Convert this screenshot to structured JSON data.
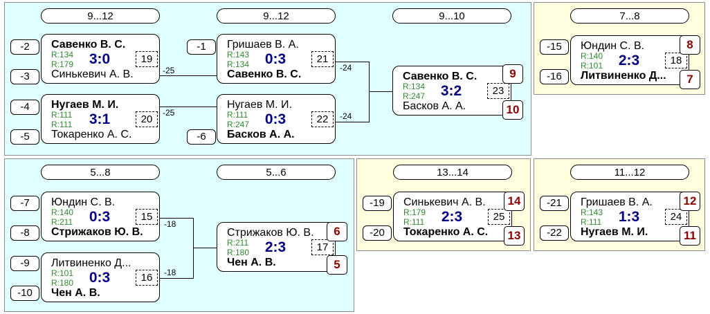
{
  "panels": {
    "p1": {
      "headers": [
        "9...12",
        "9...12",
        "9...10"
      ],
      "seeds": [
        "-2",
        "-3",
        "-4",
        "-5",
        "-1",
        "-6"
      ],
      "loser_labels": [
        "-25",
        "-25",
        "-24",
        "-24"
      ],
      "games": [
        {
          "top": "Савенко В. С.",
          "top_rating": "R:134",
          "bottom": "Синькевич А. В.",
          "bottom_rating": "R:179",
          "score": "3:0",
          "game_no": "19"
        },
        {
          "top": "Нугаев М. И.",
          "top_rating": "R:111",
          "bottom": "Токаренко А. С.",
          "bottom_rating": "R:111",
          "score": "3:1",
          "game_no": "20"
        },
        {
          "top": "Гришаев В. А.",
          "top_rating": "R:143",
          "bottom": "Савенко В. С.",
          "bottom_rating": "R:134",
          "score": "0:3",
          "game_no": "21"
        },
        {
          "top": "Нугаев М. И.",
          "top_rating": "R:111",
          "bottom": "Басков А. А.",
          "bottom_rating": "R:247",
          "score": "0:3",
          "game_no": "22"
        },
        {
          "top": "Савенко В. С.",
          "top_rating": "R:134",
          "bottom": "Басков А. А.",
          "bottom_rating": "R:247",
          "score": "3:2",
          "game_no": "23",
          "place_top": "9",
          "place_bottom": "10"
        }
      ]
    },
    "p2": {
      "headers": [
        "7...8"
      ],
      "seeds": [
        "-15",
        "-16"
      ],
      "games": [
        {
          "top": "Юндин С. В.",
          "top_rating": "R:140",
          "bottom": "Литвиненко Д...",
          "bottom_rating": "R:101",
          "score": "2:3",
          "game_no": "18",
          "place_top": "8",
          "place_bottom": "7"
        }
      ]
    },
    "p3": {
      "headers": [
        "5...8",
        "5...6"
      ],
      "seeds": [
        "-7",
        "-8",
        "-9",
        "-10"
      ],
      "loser_labels": [
        "-18",
        "-18"
      ],
      "games": [
        {
          "top": "Юндин С. В.",
          "top_rating": "R:140",
          "bottom": "Стрижаков Ю. В.",
          "bottom_rating": "R:211",
          "score": "0:3",
          "game_no": "15"
        },
        {
          "top": "Литвиненко Д...",
          "top_rating": "R:101",
          "bottom": "Чен А. В.",
          "bottom_rating": "R:180",
          "score": "0:3",
          "game_no": "16"
        },
        {
          "top": "Стрижаков Ю. В.",
          "top_rating": "R:211",
          "bottom": "Чен А. В.",
          "bottom_rating": "R:180",
          "score": "2:3",
          "game_no": "17",
          "place_top": "6",
          "place_bottom": "5"
        }
      ]
    },
    "p4": {
      "headers": [
        "13...14"
      ],
      "seeds": [
        "-19",
        "-20"
      ],
      "games": [
        {
          "top": "Синькевич А. В.",
          "top_rating": "R:179",
          "bottom": "Токаренко А. С.",
          "bottom_rating": "R:111",
          "score": "2:3",
          "game_no": "25",
          "place_top": "14",
          "place_bottom": "13"
        }
      ]
    },
    "p5": {
      "headers": [
        "11...12"
      ],
      "seeds": [
        "-21",
        "-22"
      ],
      "games": [
        {
          "top": "Гришаев В. А.",
          "top_rating": "R:143",
          "bottom": "Нугаев М. И.",
          "bottom_rating": "R:111",
          "score": "1:3",
          "game_no": "24",
          "place_top": "12",
          "place_bottom": "11"
        }
      ]
    }
  }
}
